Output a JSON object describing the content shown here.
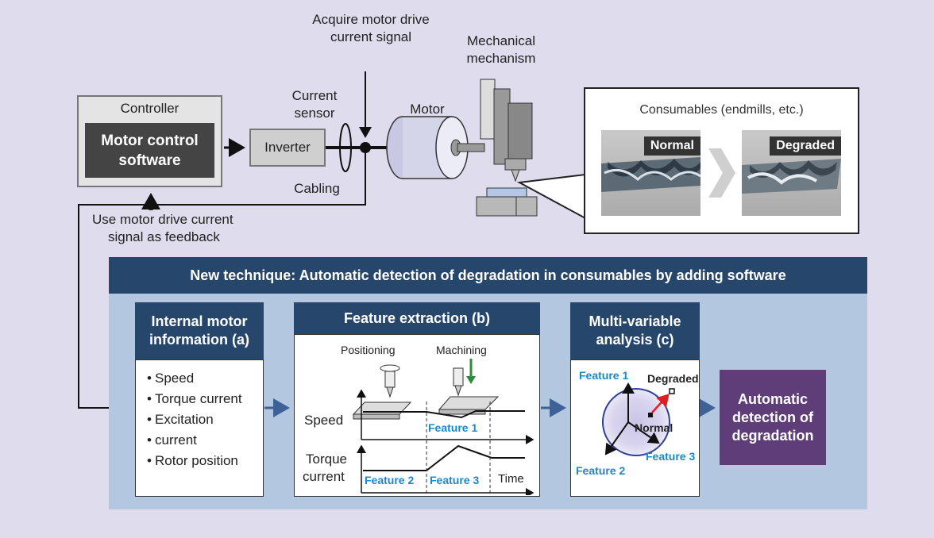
{
  "top": {
    "acquire_label_1": "Acquire motor drive",
    "acquire_label_2": "current signal",
    "mechanical_label_1": "Mechanical",
    "mechanical_label_2": "mechanism",
    "current_sensor_1": "Current",
    "current_sensor_2": "sensor",
    "motor_label": "Motor",
    "cabling_label": "Cabling",
    "controller_title": "Controller",
    "software_line1": "Motor control",
    "software_line2": "software",
    "inverter_label": "Inverter",
    "feedback_line1": "Use motor drive current",
    "feedback_line2": "signal as feedback"
  },
  "consumables": {
    "title": "Consumables (endmills, etc.)",
    "normal_tag": "Normal",
    "degraded_tag": "Degraded"
  },
  "new_technique": {
    "header": "New technique: Automatic detection of degradation in consumables by adding software",
    "panel_a": {
      "title_line1": "Internal motor",
      "title_line2": "information (a)",
      "items": [
        "Speed",
        "Torque current",
        "Excitation",
        "current",
        "Rotor position"
      ]
    },
    "panel_b": {
      "title": "Feature extraction (b)",
      "positioning": "Positioning",
      "machining": "Machining",
      "speed": "Speed",
      "torque_line1": "Torque",
      "torque_line2": "current",
      "time": "Time",
      "feature1": "Feature 1",
      "feature2": "Feature 2",
      "feature3": "Feature 3"
    },
    "panel_c": {
      "title_line1": "Multi-variable",
      "title_line2": "analysis (c)",
      "feature1": "Feature 1",
      "feature2": "Feature 2",
      "feature3": "Feature 3",
      "degraded": "Degraded",
      "normal": "Normal"
    },
    "result_line1": "Automatic",
    "result_line2": "detection of",
    "result_line3": "degradation"
  },
  "colors": {
    "background": "#dfdced",
    "header_navy": "#27466c",
    "panel_bg": "#b3c7e0",
    "result_purple": "#5f3d79",
    "feature_blue": "#1e87c9",
    "arrow_blue": "#3e6296",
    "degraded_arrow": "#e02020"
  }
}
